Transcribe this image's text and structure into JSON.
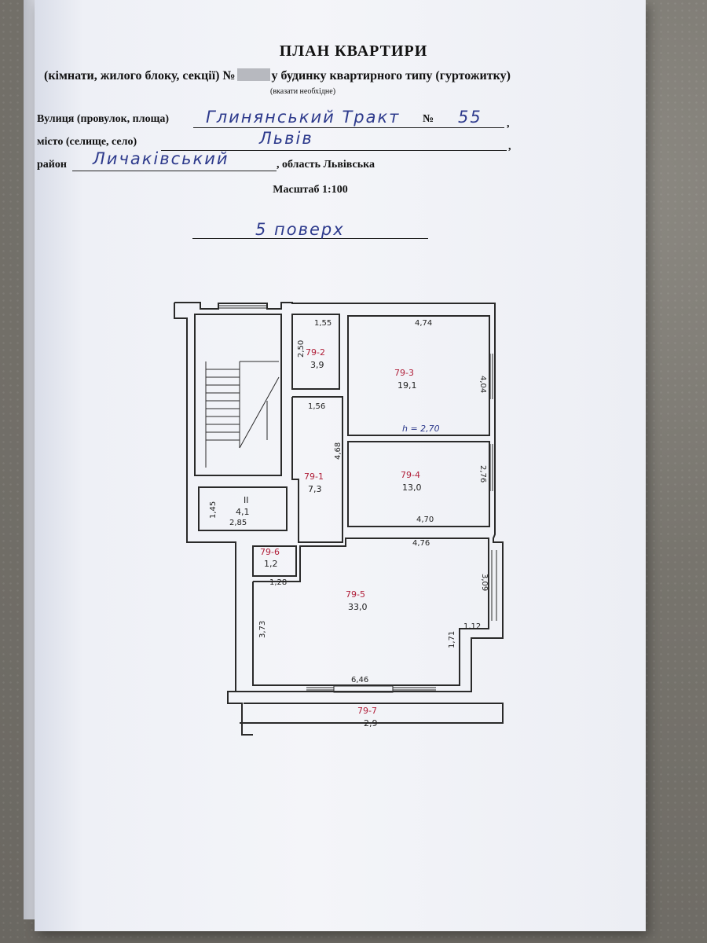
{
  "header": {
    "title": "ПЛАН КВАРТИРИ",
    "subtitle_left": "(кімнати, жилого блоку, секції) №",
    "subtitle_right": "у будинку квартирного типу (гуртожитку)",
    "note": "(вказати необхідне)"
  },
  "address": {
    "street_label": "Вулиця (провулок, площа)",
    "street_value": "Глинянський Тракт",
    "number_label": "№",
    "number_value": "55",
    "city_label": "місто (селище, село)",
    "city_value": "Львів",
    "district_label": "район",
    "district_value": "Личаківський",
    "region_text": ", область Львівська"
  },
  "scale": "Масштаб 1:100",
  "floor": "5 поверх",
  "rooms": [
    {
      "code": "79-1",
      "area": "7,3"
    },
    {
      "code": "79-2",
      "area": "3,9"
    },
    {
      "code": "79-3",
      "area": "19,1"
    },
    {
      "code": "79-4",
      "area": "13,0"
    },
    {
      "code": "79-5",
      "area": "33,0"
    },
    {
      "code": "79-6",
      "area": "1,2"
    },
    {
      "code": "79-7",
      "area": "2,9"
    }
  ],
  "common_room": {
    "code": "II",
    "area": "4,1"
  },
  "height_label": "h = 2,70",
  "dimensions": {
    "d155": "1,55",
    "d250": "2,50",
    "d156": "1,56",
    "d474": "4,74",
    "d404": "4,04",
    "d468": "4,68",
    "d276": "2,76",
    "d470": "4,70",
    "d476": "4,76",
    "d309": "3,09",
    "d112": "1,12",
    "d171": "1,71",
    "d646": "6,46",
    "d373": "3,73",
    "d128": "1,28",
    "d145": "1,45",
    "d285": "2,85"
  }
}
